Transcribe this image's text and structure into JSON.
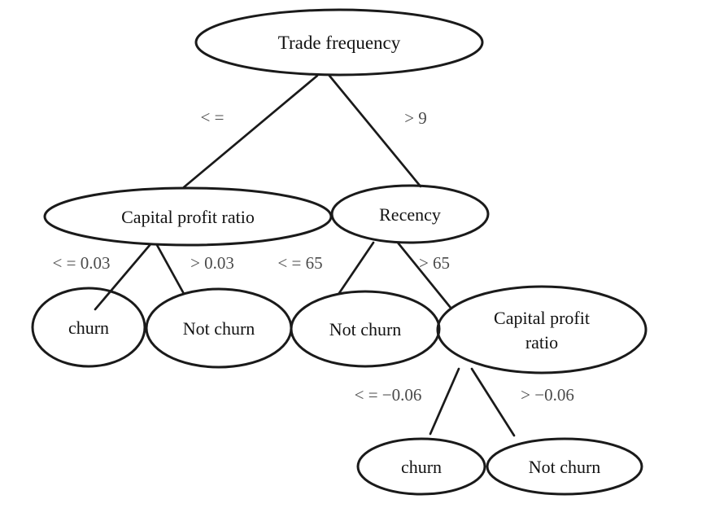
{
  "diagram": {
    "type": "decision-tree",
    "colors": {
      "background": "#ffffff",
      "node_stroke": "#1a1a1a",
      "node_text": "#121212",
      "edge_line": "#1a1a1a",
      "edge_label_text": "#4a4a4a"
    },
    "nodes": {
      "root": {
        "label": "Trade frequency"
      },
      "capital_profit_ratio": {
        "label": "Capital profit ratio"
      },
      "recency": {
        "label": "Recency"
      },
      "churn_left": {
        "label": "churn"
      },
      "not_churn_left": {
        "label": "Not churn"
      },
      "not_churn_mid": {
        "label": "Not churn"
      },
      "capital_profit_ratio_2": {
        "line1": "Capital profit",
        "line2": "ratio"
      },
      "churn_bottom": {
        "label": "churn"
      },
      "not_churn_bottom": {
        "label": "Not churn"
      }
    },
    "edge_labels": {
      "root_left": "< =",
      "root_right": "> 9",
      "cpr_left": "< = 0.03",
      "cpr_right": "> 0.03",
      "recency_left": "< = 65",
      "recency_right": "> 65",
      "cpr2_left": "< = −0.06",
      "cpr2_right": "> −0.06"
    }
  }
}
